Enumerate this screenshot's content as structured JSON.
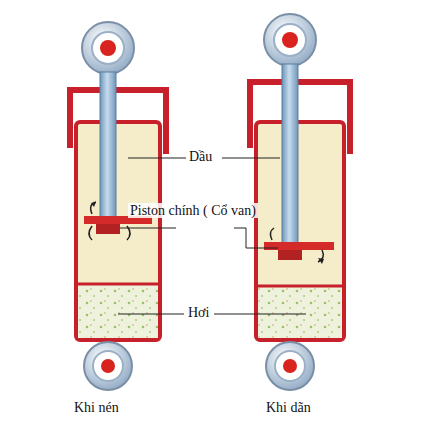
{
  "diagram": {
    "labels": [
      "Dầu",
      "Piston chính ( Cổ van)",
      "Hơi",
      "Khi nén",
      "Khi dãn"
    ]
  }
}
